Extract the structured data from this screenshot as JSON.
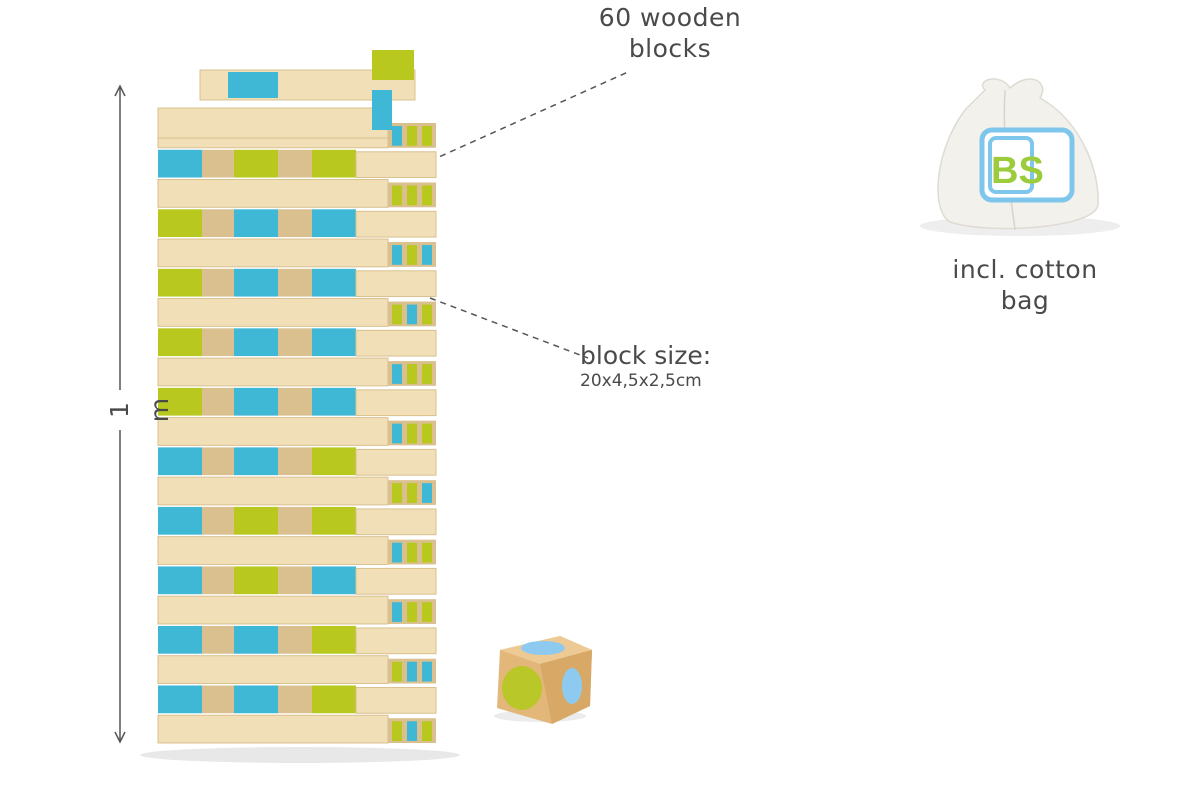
{
  "labels": {
    "blocks": [
      "60 wooden",
      "blocks"
    ],
    "block_size_title": "block size:",
    "block_size_value": "20x4,5x2,5cm",
    "bag": [
      "incl. cotton",
      "bag"
    ],
    "height": "1 m"
  },
  "bag_logo_text": "BS",
  "colors": {
    "wood": "#f1dfb8",
    "wood_dark": "#d9c08e",
    "blue": "#3fb8d6",
    "green": "#b8c81e",
    "line": "#555555"
  }
}
